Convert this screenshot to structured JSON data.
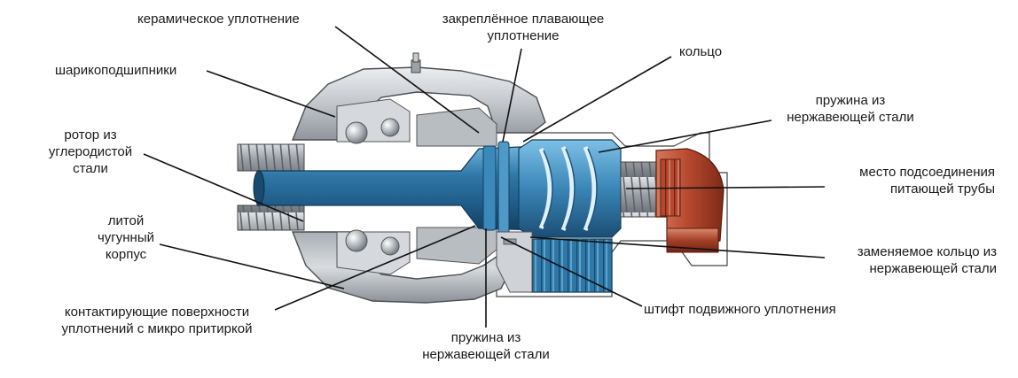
{
  "colors": {
    "body_gray": "#c9ccd0",
    "body_dark": "#8e9399",
    "rotor_blue": "#2a6f9e",
    "rotor_light": "#5ea6cf",
    "spring_blue": "#3f88b8",
    "fitting_red": "#b4472e",
    "leader": "#111111"
  },
  "labels": {
    "ceramic_seal": [
      "керамическое уплотнение"
    ],
    "floating_seal": [
      "закреплённое плавающее",
      "уплотнение"
    ],
    "ring": [
      "кольцо"
    ],
    "ball_bearings": [
      "шарикоподшипники"
    ],
    "steel_spring_top": [
      "пружина из",
      "нержавеющей стали"
    ],
    "rotor": [
      "ротор из",
      "углеродистой",
      "стали"
    ],
    "pipe_connection": [
      "место подсоединения",
      "питающей трубы"
    ],
    "cast_iron_body": [
      "литой",
      "чугунный",
      "корпус"
    ],
    "replaceable_ring": [
      "заменяемое кольцо из",
      "нержавеющей стали"
    ],
    "lapped_surfaces": [
      "контактирующие поверхности",
      "уплотнений с микро притиркой"
    ],
    "seal_pin": [
      "штифт подвижного уплотнения"
    ],
    "steel_spring_bottom": [
      "пружина из",
      "нержавеющей стали"
    ]
  }
}
